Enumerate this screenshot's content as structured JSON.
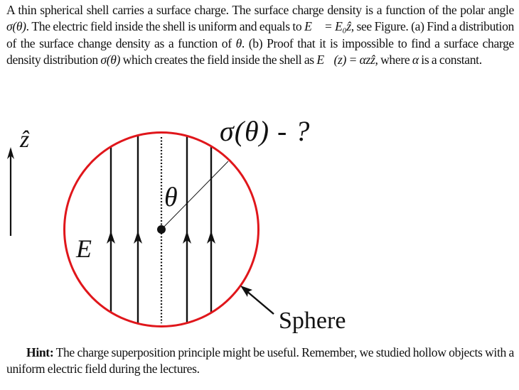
{
  "problem": {
    "line1": "A thin spherical shell carries a surface charge. The surface charge density is a function of the polar angle ",
    "sigma_theta": "σ(θ)",
    "line2": ". The electric field inside the shell is uniform and equals to ",
    "field_eq": "E⃗ = E₀ẑ",
    "line3": ", see Figure. (a) Find a distribution of the surface change density as a function of ",
    "theta": "θ",
    "line4": ". (b) Proof that it is impossible to find a surface charge density distribution ",
    "sigma_theta2": "σ(θ)",
    "line5": " which creates the field inside the shell as ",
    "field_eq2": "E⃗(z) = αzẑ",
    "line6": ", where ",
    "alpha": "α",
    "line7": " is a constant."
  },
  "figure": {
    "z_label": "ẑ",
    "e_label": "E⃗",
    "theta_label": "θ",
    "sigma_label": "σ(θ) - ?",
    "sphere_label": "Sphere",
    "sphere_color": "#e0161b"
  },
  "hint": {
    "label": "Hint:",
    "text": " The charge superposition principle might be useful. Remember, we studied hollow objects with a uniform electric field during the lectures."
  }
}
